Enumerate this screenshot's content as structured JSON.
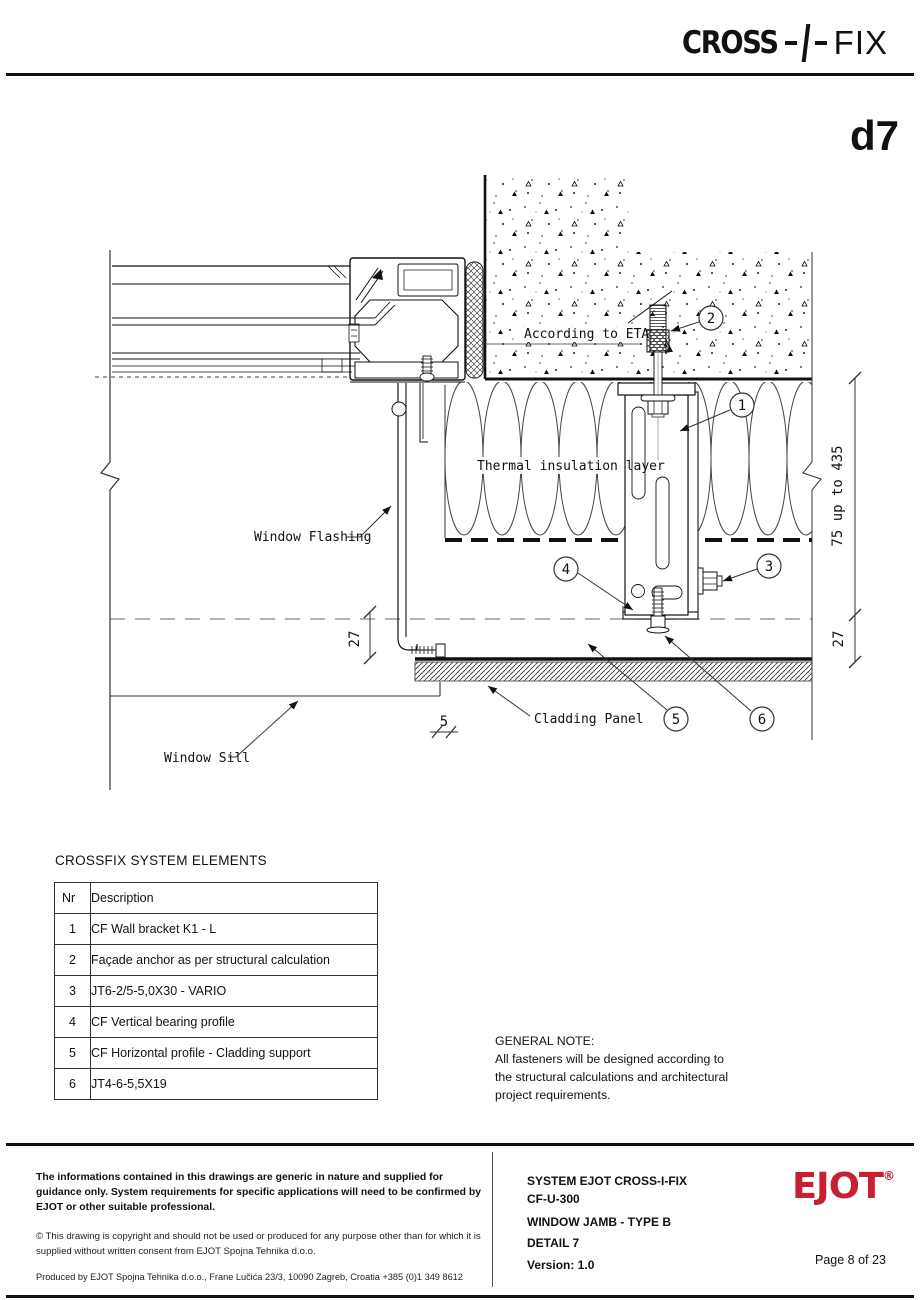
{
  "header": {
    "logo_cross": "CROSS",
    "logo_fix": "FIX",
    "detail_code": "d7"
  },
  "drawing": {
    "labels": {
      "according_to_eta": "According to ETA",
      "thermal_insulation": "Thermal insulation layer",
      "window_flashing": "Window Flashing",
      "window_sill": "Window Sill",
      "cladding_panel": "Cladding Panel"
    },
    "dimensions": {
      "vertical_range": "75 up to 435",
      "right_offset": "27",
      "left_offset": "27",
      "gap": "5"
    },
    "callouts": [
      {
        "number": "1"
      },
      {
        "number": "2"
      },
      {
        "number": "3"
      },
      {
        "number": "4"
      },
      {
        "number": "5"
      },
      {
        "number": "6"
      }
    ]
  },
  "elements_table": {
    "title": "CROSSFIX SYSTEM ELEMENTS",
    "columns": [
      "Nr",
      "Description"
    ],
    "rows": [
      [
        "1",
        "CF Wall bracket K1 - L"
      ],
      [
        "2",
        "Façade anchor as per structural calculation"
      ],
      [
        "3",
        "JT6-2/5-5,0X30 - VARIO"
      ],
      [
        "4",
        "CF Vertical bearing profile"
      ],
      [
        "5",
        "CF Horizontal profile - Cladding support"
      ],
      [
        "6",
        "JT4-6-5,5X19"
      ]
    ]
  },
  "general_note": {
    "title": "GENERAL NOTE:",
    "lines": [
      "All fasteners will be designed according to",
      "the structural calculations and architectural",
      "project requirements."
    ]
  },
  "footer": {
    "disclaimer": "The informations contained in this drawings are generic in nature and supplied for guidance only. System requirements for specific applications will need to be confirmed by EJOT or other suitable professional.",
    "copyright": "© This drawing is copyright and should not be used or produced for any purpose other than for which it is supplied without written consent from EJOT Spojna Tehnika d.o.o.",
    "produced_by": "Produced by EJOT Spojna Tehnika d.o.o., Frane Lučića 23/3, 10090 Zagreb, Croatia +385 (0)1 349 8612",
    "system_line1": "SYSTEM EJOT CROSS-I-FIX",
    "system_line2": "CF-U-300",
    "window_jamb": "WINDOW JAMB - TYPE B",
    "detail": "DETAIL 7",
    "version": "Version: 1.0",
    "brand": "EJOT",
    "brand_reg": "®",
    "page": "Page 8 of 23"
  },
  "colors": {
    "brand_red": "#c62031",
    "line": "#111111"
  }
}
